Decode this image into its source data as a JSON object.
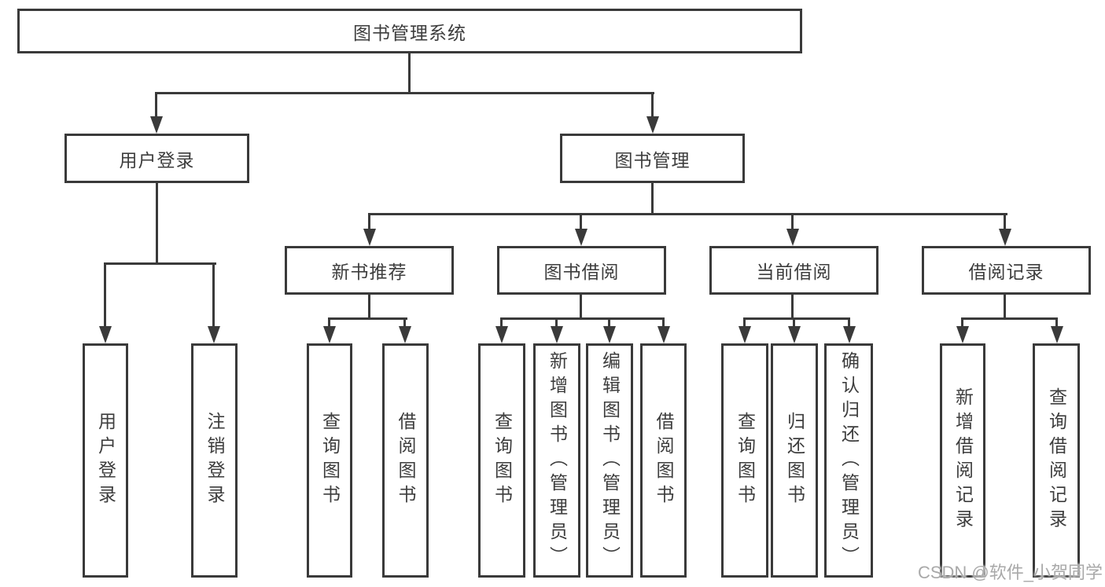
{
  "diagram": {
    "root_label": "图书管理系统",
    "user_login": {
      "label": "用户登录",
      "children": [
        "用户登录",
        "注销登录"
      ]
    },
    "book_management": {
      "label": "图书管理",
      "groups": [
        {
          "label": "新书推荐",
          "children": [
            "查询图书",
            "借阅图书"
          ]
        },
        {
          "label": "图书借阅",
          "children": [
            "查询图书",
            "新增图书（管理员）",
            "编辑图书（管理员）",
            "借阅图书"
          ]
        },
        {
          "label": "当前借阅",
          "children": [
            "查询图书",
            "归还图书",
            "确认归还（管理员）"
          ]
        },
        {
          "label": "借阅记录",
          "children": [
            "新增借阅记录",
            "查询借阅记录"
          ]
        }
      ]
    }
  },
  "watermark": "CSDN @软件_小贺同学",
  "colors": {
    "line": "#3a3a3a",
    "text": "#3d3d3d",
    "watermark": "#a9a9a9",
    "background": "#ffffff"
  }
}
